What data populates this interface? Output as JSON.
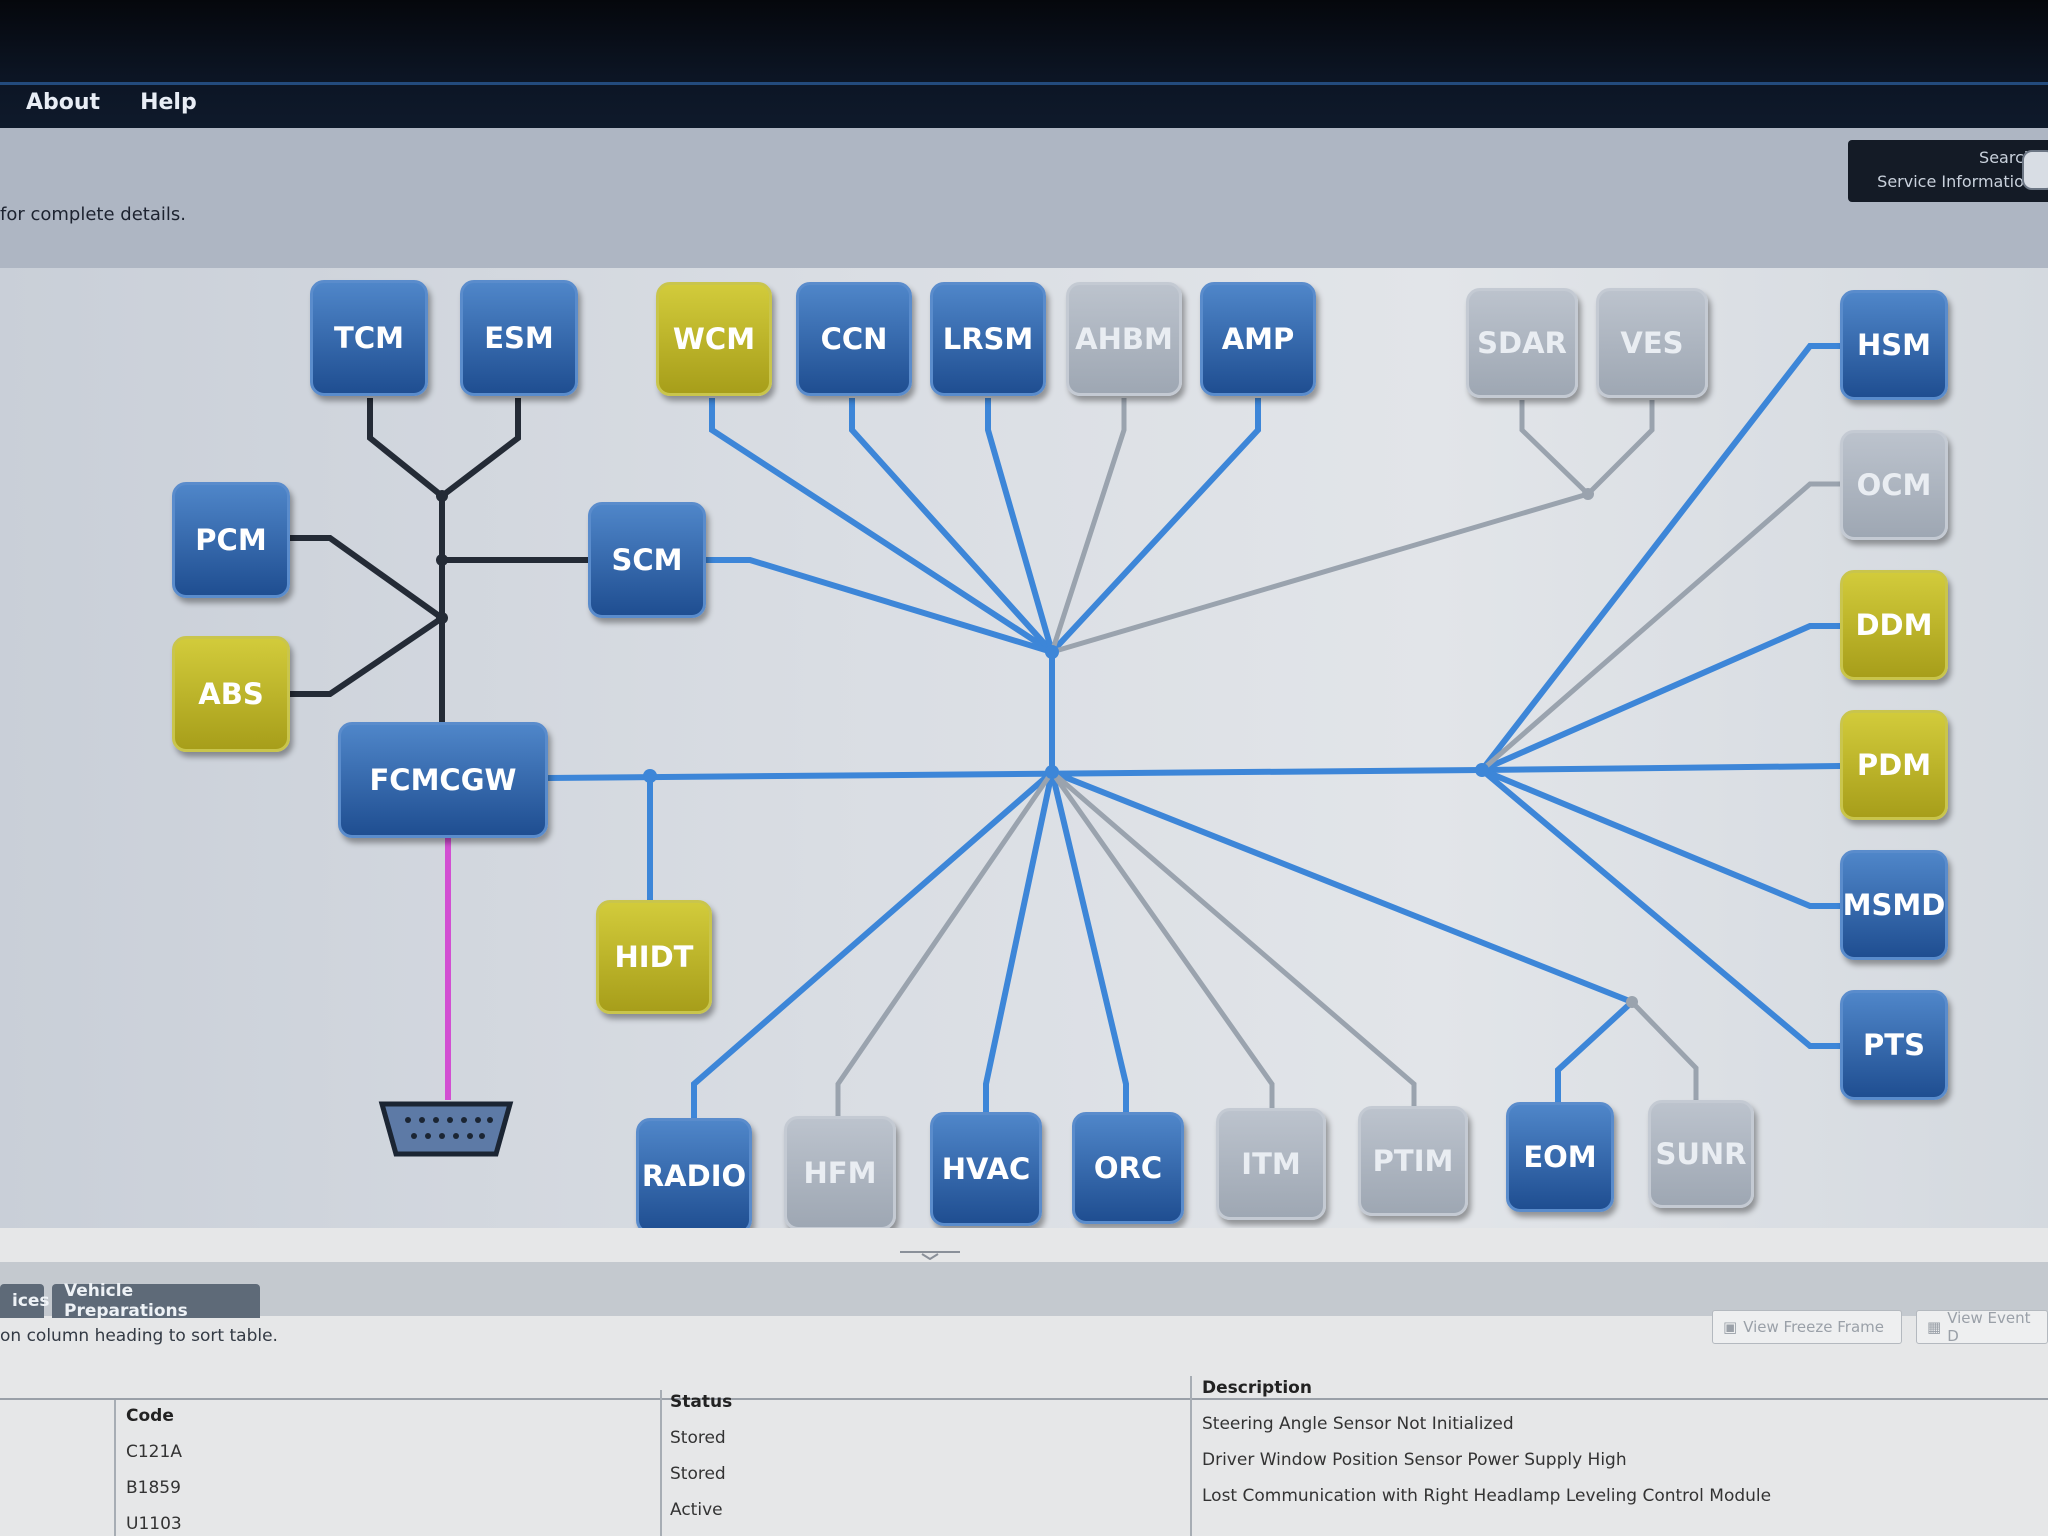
{
  "menu": {
    "about": "About",
    "help": "Help"
  },
  "search": {
    "line1": "Search",
    "line2": "Service Information"
  },
  "subtitle": "for complete details.",
  "modules": {
    "tcm": "TCM",
    "esm": "ESM",
    "wcm": "WCM",
    "ccn": "CCN",
    "lrsm": "LRSM",
    "ahbm": "AHBM",
    "amp": "AMP",
    "sdar": "SDAR",
    "ves": "VES",
    "hsm": "HSM",
    "ocm": "OCM",
    "ddm": "DDM",
    "pdm": "PDM",
    "msmd": "MSMD",
    "pts": "PTS",
    "pcm": "PCM",
    "scm": "SCM",
    "abs": "ABS",
    "fcmcgw": "FCMCGW",
    "hidt": "HIDT",
    "radio": "RADIO",
    "hfm": "HFM",
    "hvac": "HVAC",
    "orc": "ORC",
    "itm": "ITM",
    "ptim": "PTIM",
    "eom": "EOM",
    "sunr": "SUNR"
  },
  "colors": {
    "active_module": "#2a5ea5",
    "inactive_module": "#aab2bd",
    "fault_module": "#bdb52a",
    "bus_blue": "#3d86d8",
    "bus_gray": "#9aa3ae",
    "bus_dark": "#242b36",
    "obd_link": "#d24fd2"
  },
  "tabs": {
    "partial": "ices",
    "vehicle_preparations": "Vehicle Preparations"
  },
  "hint": "on column heading to sort table.",
  "buttons": {
    "freeze_frame": "View Freeze Frame",
    "event": "View Event D"
  },
  "table": {
    "headers": {
      "code": "Code",
      "status": "Status",
      "description": "Description"
    },
    "rows": [
      {
        "code": "C121A",
        "status": "Stored",
        "description": "Steering Angle Sensor Not Initialized"
      },
      {
        "code": "B1859",
        "status": "Stored",
        "description": "Driver Window Position Sensor Power Supply High"
      },
      {
        "code": "U1103",
        "status": "Active",
        "description": "Lost Communication with Right Headlamp Leveling Control Module"
      }
    ]
  }
}
